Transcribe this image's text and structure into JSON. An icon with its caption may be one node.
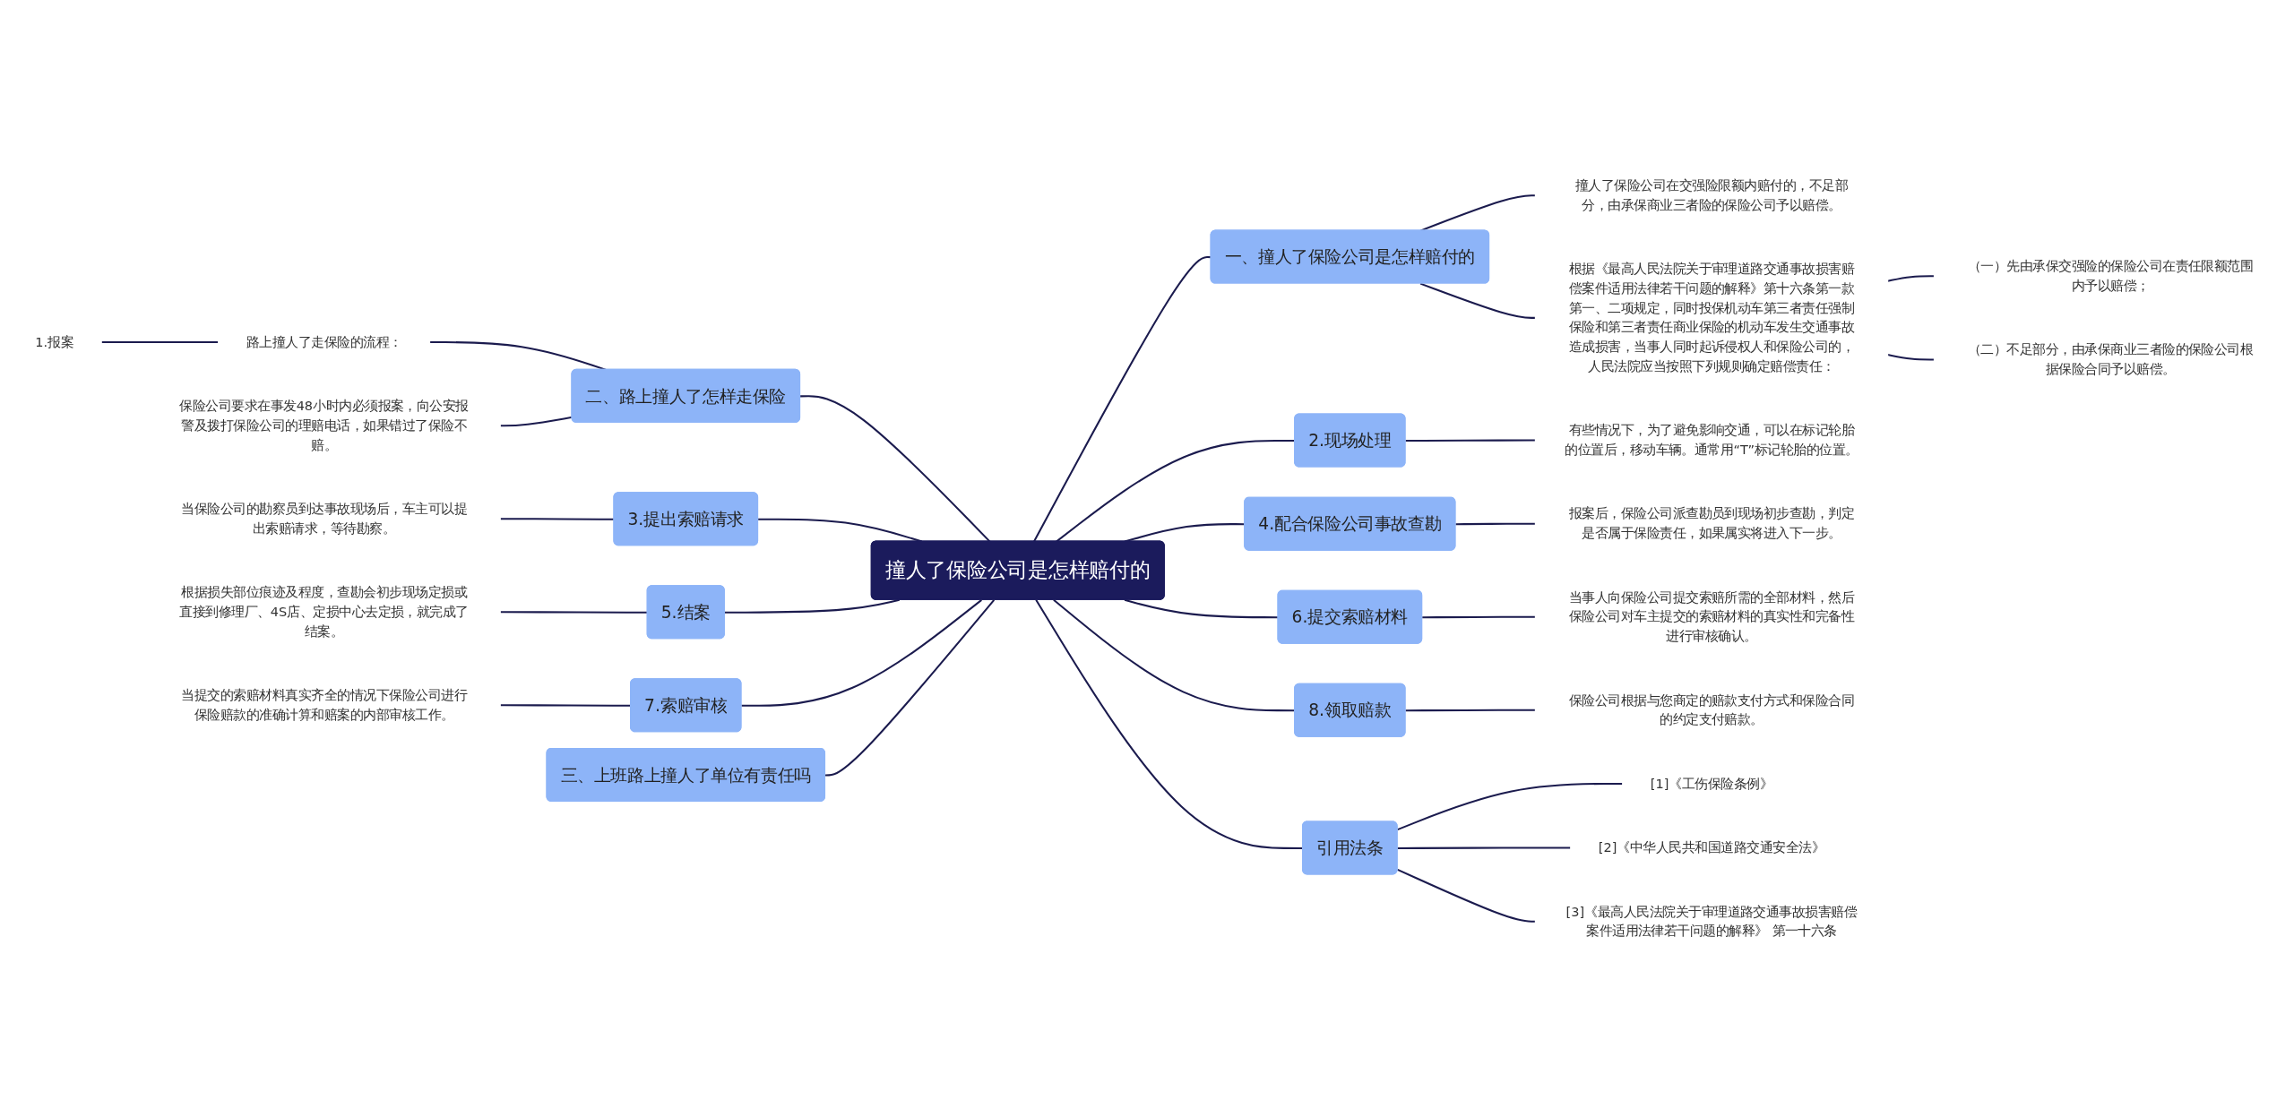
{
  "diagram": {
    "nodes": [
      {
        "text": [
          "撞人了保险公司是怎样赔付的"
        ]
      },
      {
        "text": [
          "一、撞人了保险公司是怎样赔付的"
        ]
      },
      {
        "text": [
          "撞人了保险公司在交强险限额内赔付的，不足部分，由承保商业三者险的保险公司予以赔偿。"
        ]
      },
      {
        "text": [
          "根据《最高人民法院关于审理道路交通事故损害赔偿案件适用法律若干问题的解释》第十六条第一款第一、二项规定，同时投保机动车第三者责任强制保险和第三者责任商业保险的机动车发生交通事故造成损害，当事人同时起诉侵权人和保险公司的，人民法院应当按照下列规则确定赔偿责任："
        ]
      },
      {
        "text": [
          "（一）先由承保交强险的保险公司在责任限额范围内予以赔偿；"
        ]
      },
      {
        "text": [
          "（二）不足部分，由承保商业三者险的保险公司根据保险合同予以赔偿。"
        ]
      },
      {
        "text": [
          "2.现场处理"
        ]
      },
      {
        "text": [
          "有些情况下，为了避免影响交通，可以在标记轮胎的位置后，移动车辆。通常用“T”标记轮胎的位置。"
        ]
      },
      {
        "text": [
          "4.配合保险公司事故查勘"
        ]
      },
      {
        "text": [
          "报案后，保险公司派查勘员到现场初步查勘，判定是否属于保险责任，如果属实将进入下一步。"
        ]
      },
      {
        "text": [
          "6.提交索赔材料"
        ]
      },
      {
        "text": [
          "当事人向保险公司提交索赔所需的全部材料，然后保险公司对车主提交的索赔材料的真实性和完备性进行审核确认。"
        ]
      },
      {
        "text": [
          "8.领取赔款"
        ]
      },
      {
        "text": [
          "保险公司根据与您商定的赔款支付方式和保险合同的约定支付赔款。"
        ]
      },
      {
        "text": [
          "引用法条"
        ]
      },
      {
        "text": [
          "[1]《工伤保险条例》"
        ]
      },
      {
        "text": [
          "[2]《中华人民共和国道路交通安全法》"
        ]
      },
      {
        "text": [
          "[3]《最高人民法院关于审理道路交通事故损害赔偿案件适用法律若干问题的解释》 第一十六条"
        ]
      },
      {
        "text": [
          "二、路上撞人了怎样走保险"
        ]
      },
      {
        "text": [
          "路上撞人了走保险的流程："
        ]
      },
      {
        "text": [
          "1.报案"
        ]
      },
      {
        "text": [
          "保险公司要求在事发48小时内必须报案，向公安报警及拨打保险公司的理赔电话，如果错过了保险不赔。"
        ]
      },
      {
        "text": [
          "3.提出索赔请求"
        ]
      },
      {
        "text": [
          "当保险公司的勘察员到达事故现场后，车主可以提出索赔请求，等待勘察。"
        ]
      },
      {
        "text": [
          "5.结案"
        ]
      },
      {
        "text": [
          "根据损失部位痕迹及程度，查勘会初步现场定损或直接到修理厂、4S店、定损中心去定损，就完成了结案。"
        ]
      },
      {
        "text": [
          "7.索赔审核"
        ]
      },
      {
        "text": [
          "当提交的索赔材料真实齐全的情况下保险公司进行保险赔款的准确计算和赔案的内部审核工作。"
        ]
      },
      {
        "text": [
          "三、上班路上撞人了单位有责任吗"
        ]
      }
    ],
    "edges": [
      {
        "from": 0,
        "to": 1,
        "arrow": "none"
      },
      {
        "from": 1,
        "to": 2,
        "arrow": "none"
      },
      {
        "from": 1,
        "to": 3,
        "arrow": "none"
      },
      {
        "from": 3,
        "to": 4,
        "arrow": "none"
      },
      {
        "from": 3,
        "to": 5,
        "arrow": "none"
      },
      {
        "from": 0,
        "to": 6,
        "arrow": "none"
      },
      {
        "from": 6,
        "to": 7,
        "arrow": "none"
      },
      {
        "from": 0,
        "to": 8,
        "arrow": "none"
      },
      {
        "from": 8,
        "to": 9,
        "arrow": "none"
      },
      {
        "from": 0,
        "to": 10,
        "arrow": "none"
      },
      {
        "from": 10,
        "to": 11,
        "arrow": "none"
      },
      {
        "from": 0,
        "to": 12,
        "arrow": "none"
      },
      {
        "from": 12,
        "to": 13,
        "arrow": "none"
      },
      {
        "from": 0,
        "to": 14,
        "arrow": "none"
      },
      {
        "from": 14,
        "to": 15,
        "arrow": "none"
      },
      {
        "from": 14,
        "to": 16,
        "arrow": "none"
      },
      {
        "from": 14,
        "to": 17,
        "arrow": "none"
      },
      {
        "from": 18,
        "to": 0,
        "arrow": "none"
      },
      {
        "from": 19,
        "to": 18,
        "arrow": "none"
      },
      {
        "from": 20,
        "to": 19,
        "arrow": "none"
      },
      {
        "from": 21,
        "to": 18,
        "arrow": "none"
      },
      {
        "from": 22,
        "to": 0,
        "arrow": "none"
      },
      {
        "from": 23,
        "to": 22,
        "arrow": "none"
      },
      {
        "from": 24,
        "to": 0,
        "arrow": "none"
      },
      {
        "from": 25,
        "to": 24,
        "arrow": "none"
      },
      {
        "from": 26,
        "to": 0,
        "arrow": "none"
      },
      {
        "from": 27,
        "to": 26,
        "arrow": "none"
      },
      {
        "from": 28,
        "to": 0,
        "arrow": "none"
      }
    ]
  }
}
